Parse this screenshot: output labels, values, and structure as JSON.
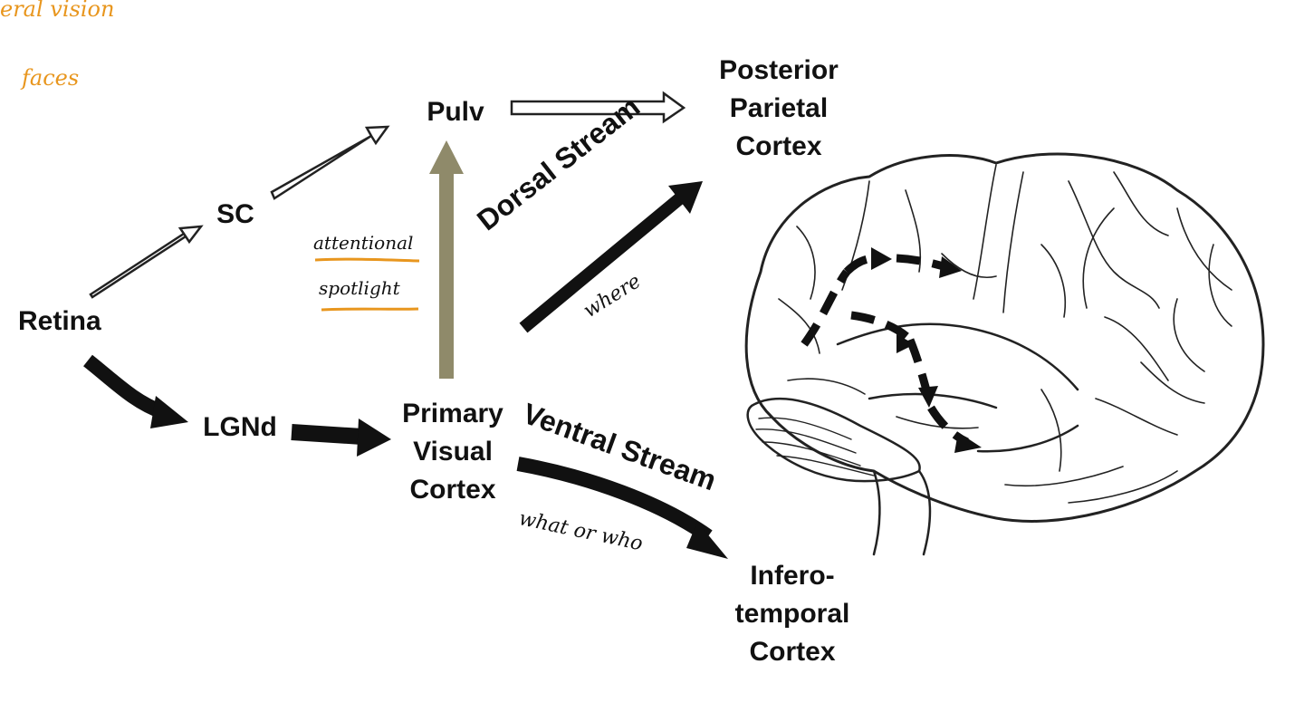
{
  "colors": {
    "pathway": "#111111",
    "pulvinar_pathway": "#8f8a6a",
    "annotation": "#e8961e",
    "outline": "#222222"
  },
  "nodes": {
    "retina": "Retina",
    "sc": "SC",
    "pulv": "Pulv",
    "lgnd": "LGNd",
    "v1": "Primary\nVisual\nCortex",
    "ppc": "Posterior\nParietal\nCortex",
    "it": "Infero-\ntemporal\nCortex"
  },
  "streams": {
    "dorsal": "Dorsal Stream",
    "ventral": "Ventral Stream"
  },
  "handwritten": {
    "dorsal": "where",
    "ventral": "what or who",
    "attention_1": "attentional",
    "attention_2": "spotlight",
    "corner_1": "eral   vision",
    "corner_2": "faces"
  },
  "icons": {
    "brain": "brain-lateral-view-icon"
  }
}
